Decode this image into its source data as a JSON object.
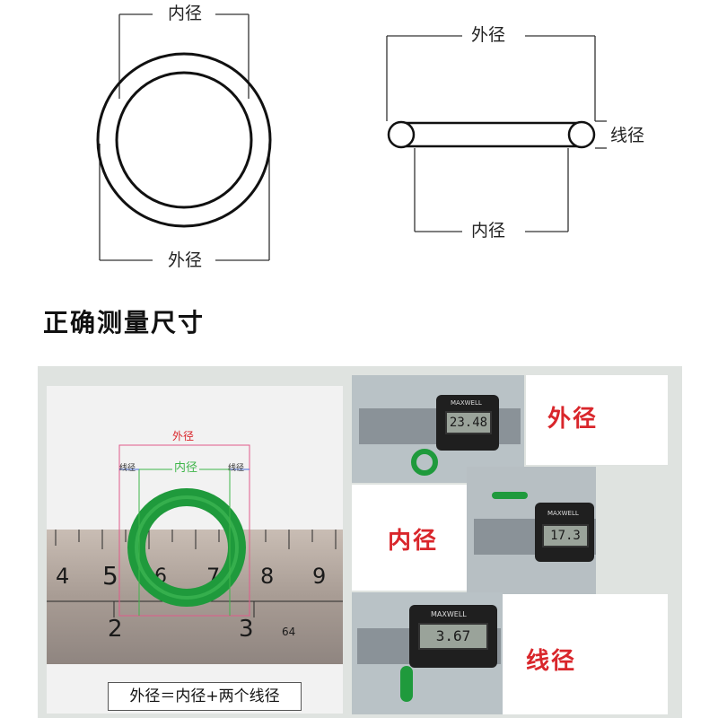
{
  "top_diagrams": {
    "left_inner_label": "内径",
    "left_outer_label": "外径",
    "right_outer_label": "外径",
    "right_inner_label": "内径",
    "right_wire_label": "线径"
  },
  "heading": "正确测量尺寸",
  "ring_photo": {
    "outer_label": "外径",
    "inner_label": "内径",
    "wire_left_label": "线径",
    "wire_right_label": "线径",
    "ruler_top_numbers": [
      "4",
      "5",
      "6",
      "7",
      "8",
      "9"
    ],
    "ruler_bottom_numbers": [
      "2",
      "3",
      "64"
    ],
    "formula": "外径＝内径+两个线径"
  },
  "caliper_panels": {
    "outer": {
      "label": "外径",
      "reading": "23.48",
      "brand": "MAXWELL"
    },
    "inner": {
      "label": "内径",
      "reading": "17.3",
      "brand": "MAXWELL"
    },
    "wire": {
      "label": "线径",
      "reading": "3.67",
      "brand": "MAXWELL"
    }
  },
  "colors": {
    "label_red": "#d9262b",
    "ring_green": "#1f9a3c",
    "guide_pink": "#e05a8a",
    "guide_blue": "#4a6fd8"
  }
}
